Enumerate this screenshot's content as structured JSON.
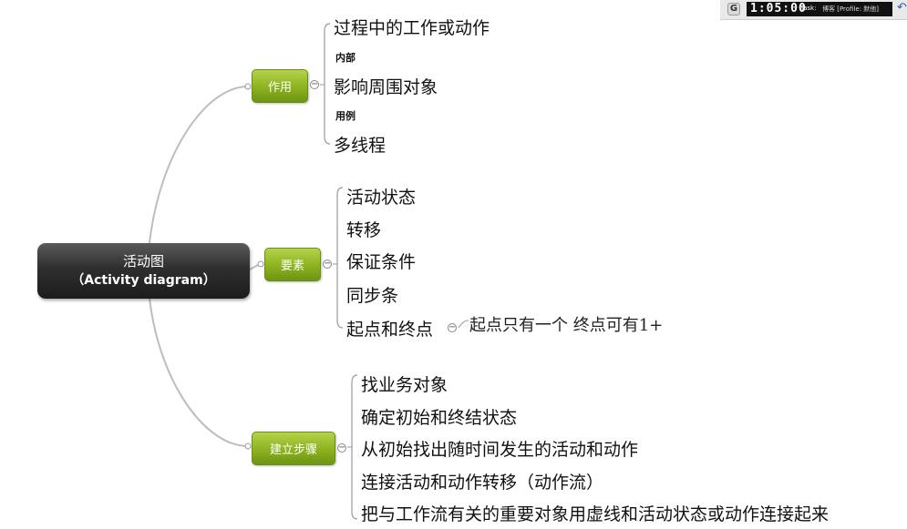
{
  "root": {
    "line1": "活动图",
    "line2": "（Activity diagram）"
  },
  "branches": [
    {
      "label": "作用",
      "items": [
        "过程中的工作或动作",
        "内部",
        "影响周围对象",
        "用例",
        "多线程"
      ]
    },
    {
      "label": "要素",
      "items": [
        "活动状态",
        "转移",
        "保证条件",
        "同步条",
        "起点和终点"
      ]
    },
    {
      "label": "建立步骤",
      "items": [
        "找业务对象",
        "确定初始和终结状态",
        "从初始找出随时间发生的活动和动作",
        "连接活动和动作转移（动作流）",
        "把与工作流有关的重要对象用虚线和活动状态或动作连接起来"
      ]
    }
  ],
  "note": "起点只有一个 终点可有1+",
  "toolbar": {
    "time": "1:05:00",
    "task": "Task:",
    "profile": "博客 [Profile: 默他]",
    "g_icon": "G",
    "refresh_icon": "↶"
  },
  "colors": {
    "root": "#2b2b2b",
    "branch": "#8cb21f",
    "line": "#b8b8b8"
  }
}
